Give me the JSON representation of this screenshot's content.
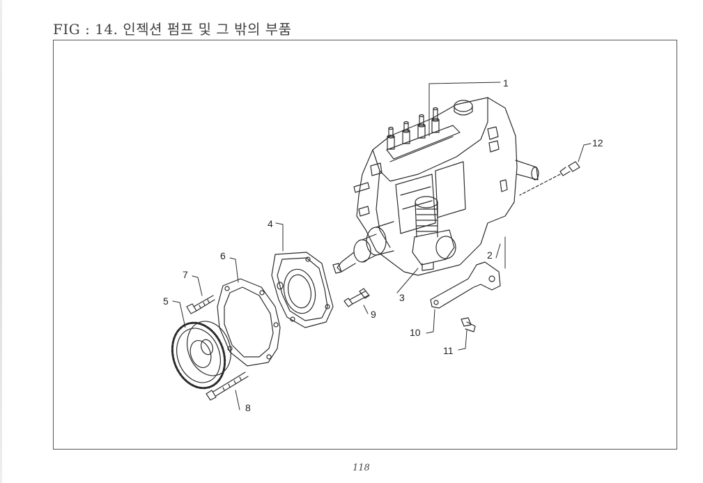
{
  "title": "FIG : 14. 인젝션 펌프 및 그 밖의 부품",
  "page_number": "118",
  "callouts": {
    "c1": "1",
    "c2": "2",
    "c3": "3",
    "c4": "4",
    "c5": "5",
    "c6": "6",
    "c7": "7",
    "c8": "8",
    "c9": "9",
    "c10": "10",
    "c11": "11",
    "c12": "12"
  }
}
